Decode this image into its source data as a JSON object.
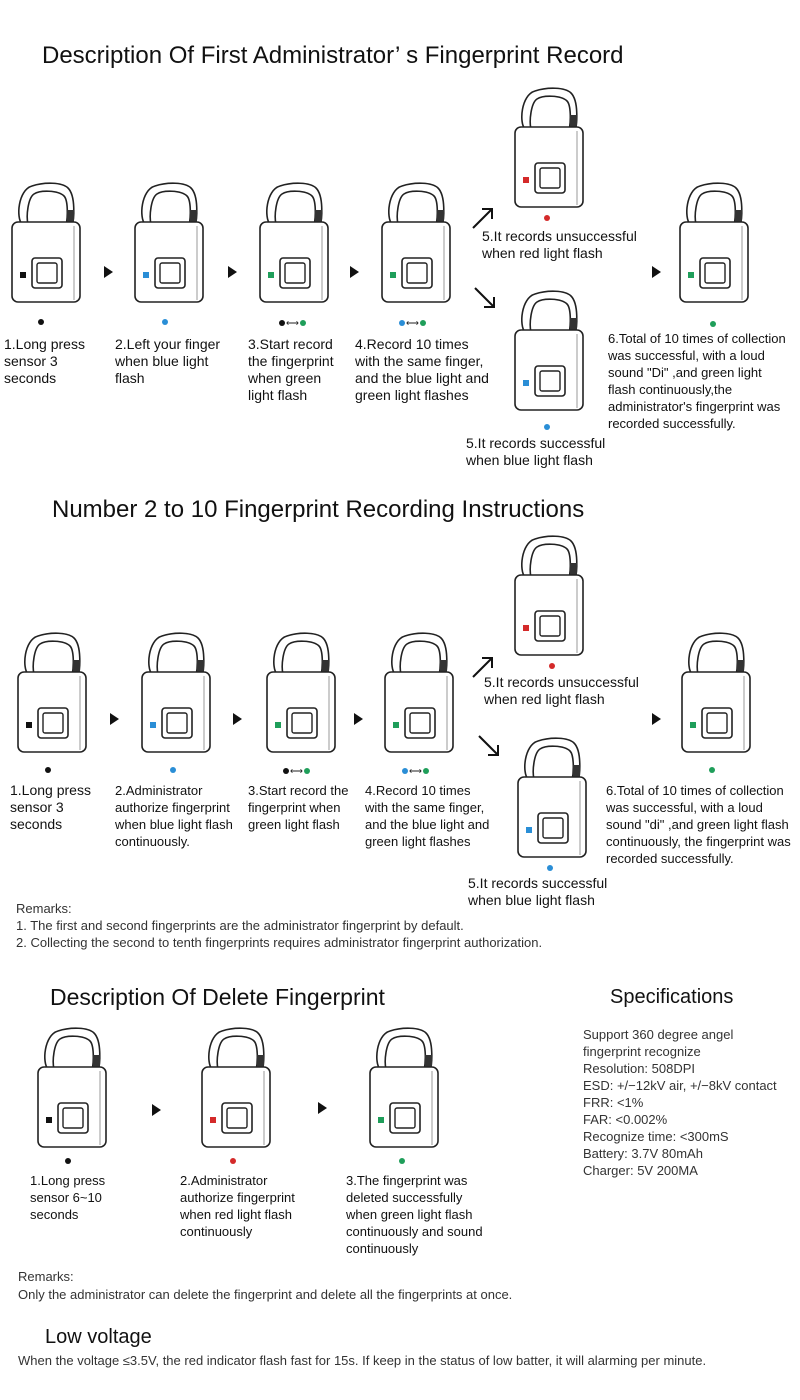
{
  "colors": {
    "black": "#111111",
    "blue": "#2a8ed6",
    "green": "#1f9e5a",
    "red": "#d42a2a"
  },
  "section1": {
    "title": "Description Of First Administrator’ s Fingerprint Record",
    "steps": [
      "1.Long press\nsensor 3\nseconds",
      "2.Left your finger\nwhen blue light\nflash",
      "3.Start record\nthe fingerprint\nwhen green\nlight flash",
      "4.Record 10 times\nwith the same finger,\nand the blue light and\ngreen light flashes"
    ],
    "unsuccessful": "5.It records unsuccessful\nwhen red light flash",
    "successful": "5.It records successful\nwhen blue light flash",
    "final": "6.Total of 10 times of collection\nwas successful, with a loud\nsound \"Di\" ,and green light\nflash continuously,the\nadministrator's fingerprint was\nrecorded successfully."
  },
  "section2": {
    "title": "Number 2 to 10 Fingerprint Recording Instructions",
    "steps": [
      "1.Long press\nsensor 3\nseconds",
      "2.Administrator\nauthorize fingerprint\nwhen blue light flash\ncontinuously.",
      "3.Start record the\nfingerprint when\ngreen light flash",
      "4.Record 10 times\nwith the same finger,\nand the blue light and\ngreen light flashes"
    ],
    "unsuccessful": "5.It records unsuccessful\nwhen red light flash",
    "successful": "5.It records successful\nwhen blue light flash",
    "final": "6.Total of 10 times of collection\nwas successful, with a loud\nsound \"di\" ,and green light flash\ncontinuously, the fingerprint was\nrecorded successfully.",
    "remarks_label": "Remarks:",
    "remarks": "1. The first and second fingerprints are the administrator fingerprint by default.\n2. Collecting the second to tenth fingerprints requires administrator fingerprint authorization."
  },
  "section3": {
    "title": "Description Of Delete Fingerprint",
    "steps": [
      "1.Long press\nsensor 6~10\nseconds",
      "2.Administrator\nauthorize fingerprint\nwhen red light flash\ncontinuously",
      "3.The fingerprint was\ndeleted successfully\nwhen green light flash\ncontinuously and sound\ncontinuously"
    ],
    "remarks_label": "Remarks:",
    "remarks": "Only the administrator can delete the fingerprint and delete all the fingerprints at once."
  },
  "specs": {
    "title": "Specifications",
    "lines": "Support 360 degree angel\nfingerprint recognize\nResolution: 508DPI\nESD: +/−12kV air, +/−8kV contact\nFRR: <1%\nFAR: <0.002%\nRecognize time: <300mS\nBattery: 3.7V 80mAh\nCharger: 5V 200MA"
  },
  "low_voltage": {
    "title": "Low voltage",
    "text": "When the voltage ≤3.5V, the red indicator flash fast for 15s. If keep in the status of low batter, it will alarming per minute."
  }
}
